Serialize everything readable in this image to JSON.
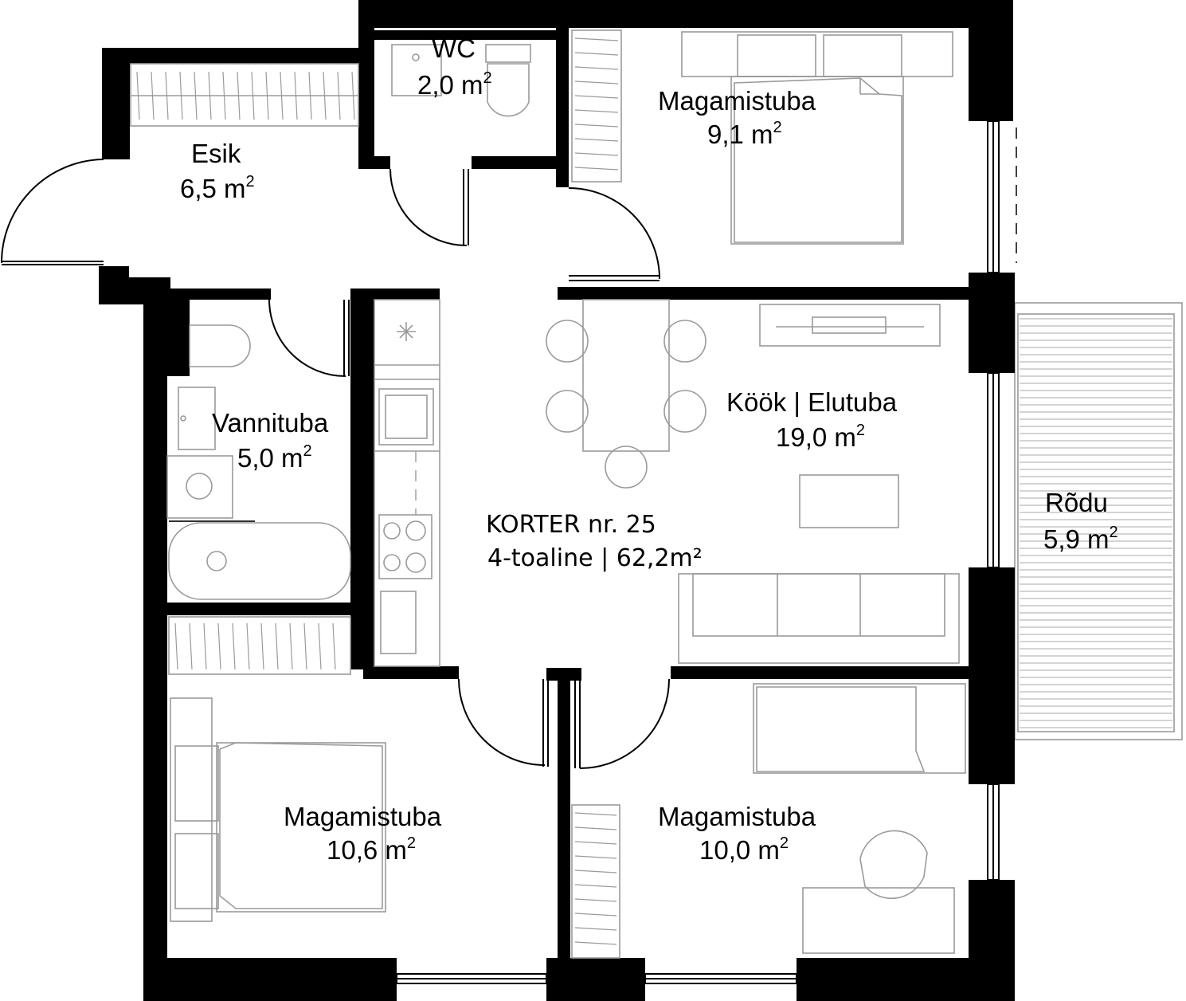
{
  "apartment": {
    "title": "KORTER nr.  25",
    "summary": "4-toaline | 62,2m²"
  },
  "rooms": [
    {
      "id": "wc",
      "name": "WC",
      "area": "2,0  m",
      "unit_sup": "2"
    },
    {
      "id": "esik",
      "name": "Esik",
      "area": "6,5  m",
      "unit_sup": "2"
    },
    {
      "id": "bedroom-ne",
      "name": "Magamistuba",
      "area": "9,1  m",
      "unit_sup": "2"
    },
    {
      "id": "vannituba",
      "name": "Vannituba",
      "area": "5,0  m",
      "unit_sup": "2"
    },
    {
      "id": "kook",
      "name": "Köök | Elutuba",
      "area": "19,0  m",
      "unit_sup": "2"
    },
    {
      "id": "rodu",
      "name": "Rõdu",
      "area": "5,9  m",
      "unit_sup": "2"
    },
    {
      "id": "bedroom-sw",
      "name": "Magamistuba",
      "area": "10,6  m",
      "unit_sup": "2"
    },
    {
      "id": "bedroom-se",
      "name": "Magamistuba",
      "area": "10,0  m",
      "unit_sup": "2"
    }
  ]
}
